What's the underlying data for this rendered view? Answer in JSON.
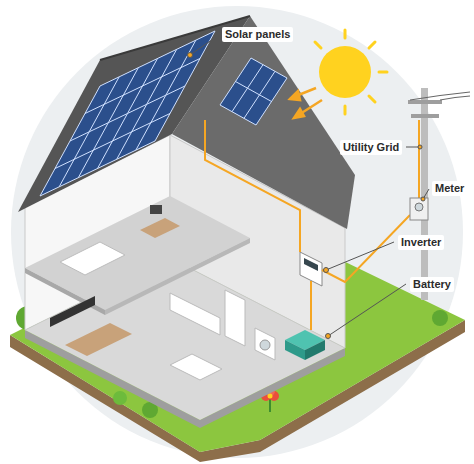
{
  "diagram": {
    "labels": [
      "Solar panels",
      "Utility Grid",
      "Meter",
      "Inverter",
      "Battery"
    ]
  }
}
